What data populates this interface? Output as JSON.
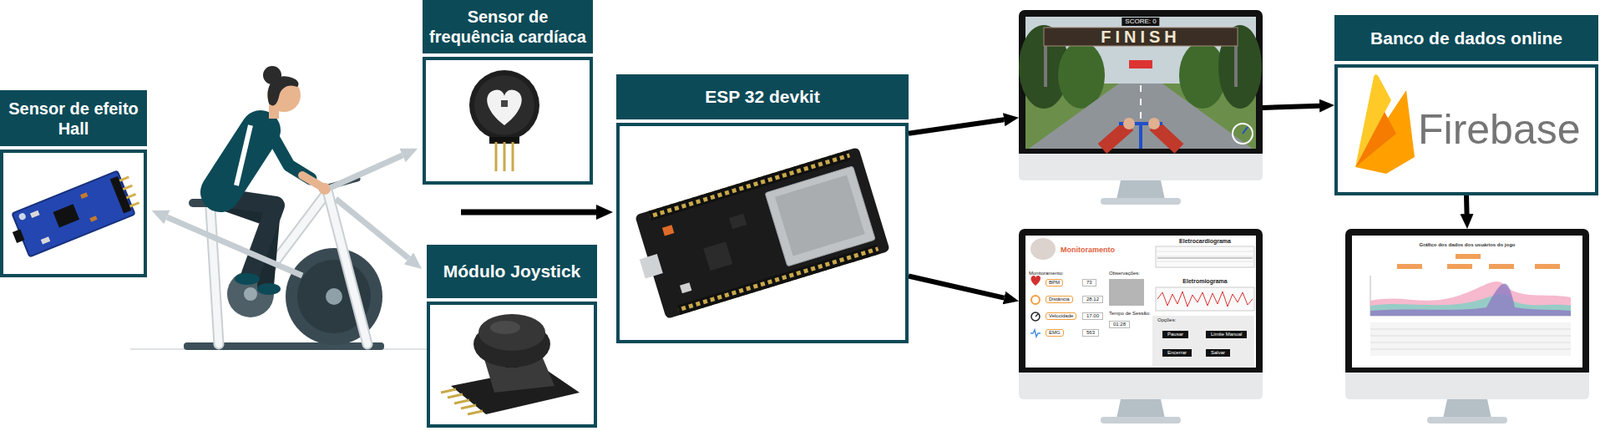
{
  "diagram": {
    "nodes": [
      {
        "text": [
          "Sensor de efeito Hall"
        ]
      },
      {
        "text": [
          "Sensor de frequência cardíaca"
        ]
      },
      {
        "text": [
          "Módulo Joystick"
        ]
      },
      {
        "text": [
          "ESP 32 devkit"
        ]
      },
      {
        "text": [
          "FINISH",
          "SCORE: 0"
        ]
      },
      {
        "text": [
          "Monitoramento",
          "Eletrocardiograma",
          "Monitoramento:",
          "Observações:",
          "BPM",
          "73",
          "Eletromiograma",
          "Distância",
          "28.12",
          "Velocidade",
          "17.00",
          "Tempo de Sessão:",
          "EMG",
          "563",
          "01:28",
          "Opções:",
          "Pausar",
          "Limite Manual",
          "Encerrar",
          "Salvar"
        ]
      },
      {
        "text": [
          "Banco de dados online",
          "Firebase"
        ]
      },
      {
        "text": [
          "Gráfico dos dados dos usuários do jogo"
        ]
      }
    ],
    "edges": [
      {
        "from": 3,
        "to": 4,
        "arrow": "to"
      },
      {
        "from": 3,
        "to": 5,
        "arrow": "to"
      },
      {
        "from": 4,
        "to": 6,
        "arrow": "to"
      },
      {
        "from": 6,
        "to": 7,
        "arrow": "to"
      }
    ]
  }
}
